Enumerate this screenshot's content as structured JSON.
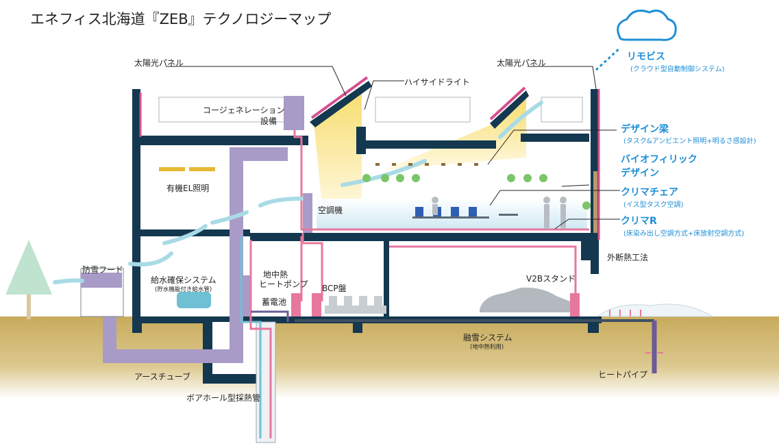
{
  "title": "エネフィス北海道『ZEB』テクノロジーマップ",
  "labels": {
    "solar_left": "太陽光パネル",
    "solar_right": "太陽光パネル",
    "high_side_light": "ハイサイドライト",
    "cogeneration_1": "コージェネレーション",
    "cogeneration_2": "設備",
    "organic_el": "有機EL照明",
    "air_conditioner": "空調機",
    "snow_hood": "防雪フード",
    "water_system": "給水確保システム",
    "water_system_sub": "(貯水機能付き給水管)",
    "geothermal_1": "地中熱",
    "geothermal_2": "ヒートポンプ",
    "battery": "蓄電池",
    "bcp": "BCP盤",
    "v2b": "V2Bスタンド",
    "exterior_insulation": "外断熱工法",
    "snow_melt": "融雪システム",
    "snow_melt_sub": "(地中熱利用)",
    "earth_tube": "アースチューブ",
    "borehole": "ボアホール型採熱管",
    "heat_pipe": "ヒートパイプ"
  },
  "callouts": {
    "remobis": "リモビス",
    "remobis_sub": "(クラウド型自動制御システム)",
    "design_beam": "デザイン梁",
    "design_beam_sub": "(タスク&アンビエント照明+明るさ感設計)",
    "biophilic_1": "バイオフィリック",
    "biophilic_2": "デザイン",
    "clima_chair": "クリマチェア",
    "clima_chair_sub": "(イス型タスク空調)",
    "clima_r": "クリマR",
    "clima_r_sub": "(床染み出し空調方式+床放射空調方式)"
  },
  "colors": {
    "structure": "#14384f",
    "ground": "#cfb46a",
    "duct": "#a99bc8",
    "pipe_pink": "#e8779e",
    "pipe_blue": "#6fc0d4",
    "accent_blue": "#1d8ed6",
    "light": "#f7e59a"
  }
}
